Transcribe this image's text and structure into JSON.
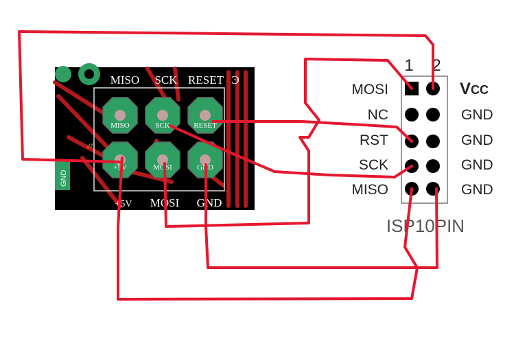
{
  "pcb": {
    "top_labels": {
      "miso": "MISO",
      "sck": "SCK",
      "reset": "RESET",
      "clipped": "Ͽ"
    },
    "pad_labels": {
      "miso": "MISO",
      "sck": "SCK",
      "reset": "RESET",
      "v5": "+5V",
      "mosi": "MOSI",
      "gnd": "GND"
    },
    "bottom_labels": {
      "v5": "+5V",
      "mosi": "MOSI",
      "gnd": "GND"
    },
    "side_label": "GND",
    "trace_label": "+5V",
    "colors": {
      "board": "#000000",
      "trace": "#b01a1a",
      "pad": "#2e9e63",
      "pad_center": "#c3a0a0",
      "text": "#ffffff"
    }
  },
  "connector": {
    "pin_numbers": {
      "one": "1",
      "two": "2"
    },
    "left_labels": [
      "MOSI",
      "NC",
      "RST",
      "SCK",
      "MISO"
    ],
    "right_labels": {
      "vcc_main": "V",
      "vcc_sub": "CC",
      "gnd": [
        "GND",
        "GND",
        "GND",
        "GND"
      ]
    },
    "name": "ISP10PIN",
    "colors": {
      "pin": "#000000",
      "outline": "#666666",
      "text": "#222222"
    }
  },
  "wires": {
    "color": "#e5182f"
  }
}
